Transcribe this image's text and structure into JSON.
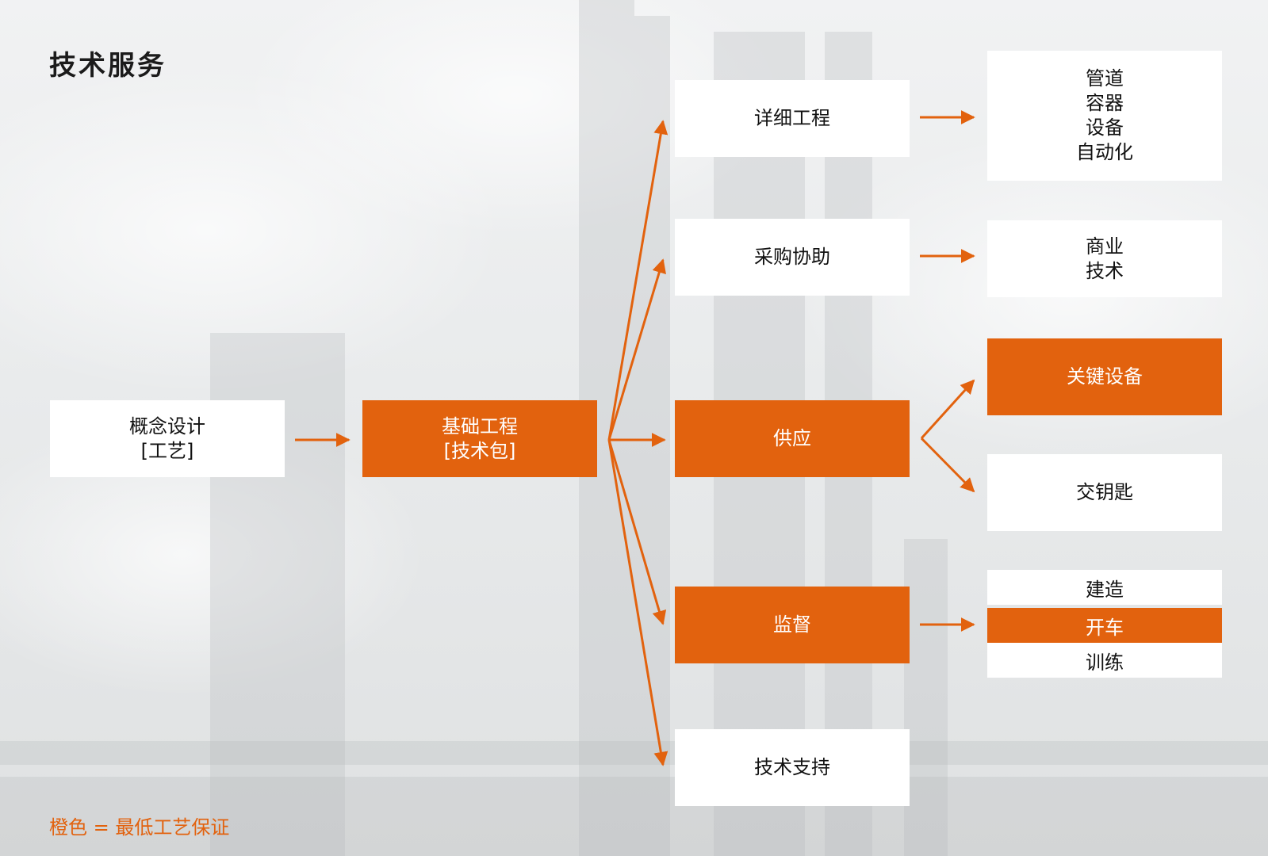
{
  "title": "技术服务",
  "colors": {
    "accent": "#e2620e",
    "box": "#ffffff",
    "text": "#111111"
  },
  "nodes": {
    "concept": {
      "text": "概念设计\n[工艺]",
      "style": "white"
    },
    "basic": {
      "text": "基础工程\n[技术包]",
      "style": "orange"
    },
    "detail": {
      "text": "详细工程",
      "style": "white"
    },
    "procurement": {
      "text": "采购协助",
      "style": "white"
    },
    "supply": {
      "text": "供应",
      "style": "orange"
    },
    "supervision": {
      "text": "监督",
      "style": "orange"
    },
    "tech_support": {
      "text": "技术支持",
      "style": "white"
    },
    "detail_items": {
      "text": "管道\n容器\n设备\n自动化",
      "style": "white"
    },
    "procurement_items": {
      "text": "商业\n技术",
      "style": "white"
    },
    "key_equipment": {
      "text": "关键设备",
      "style": "orange"
    },
    "turnkey": {
      "text": "交钥匙",
      "style": "white"
    },
    "supervision_items": [
      {
        "text": "建造",
        "style": "white"
      },
      {
        "text": "开车",
        "style": "orange"
      },
      {
        "text": "训练",
        "style": "white"
      }
    ]
  },
  "legend": "橙色 = 最低工艺保证"
}
